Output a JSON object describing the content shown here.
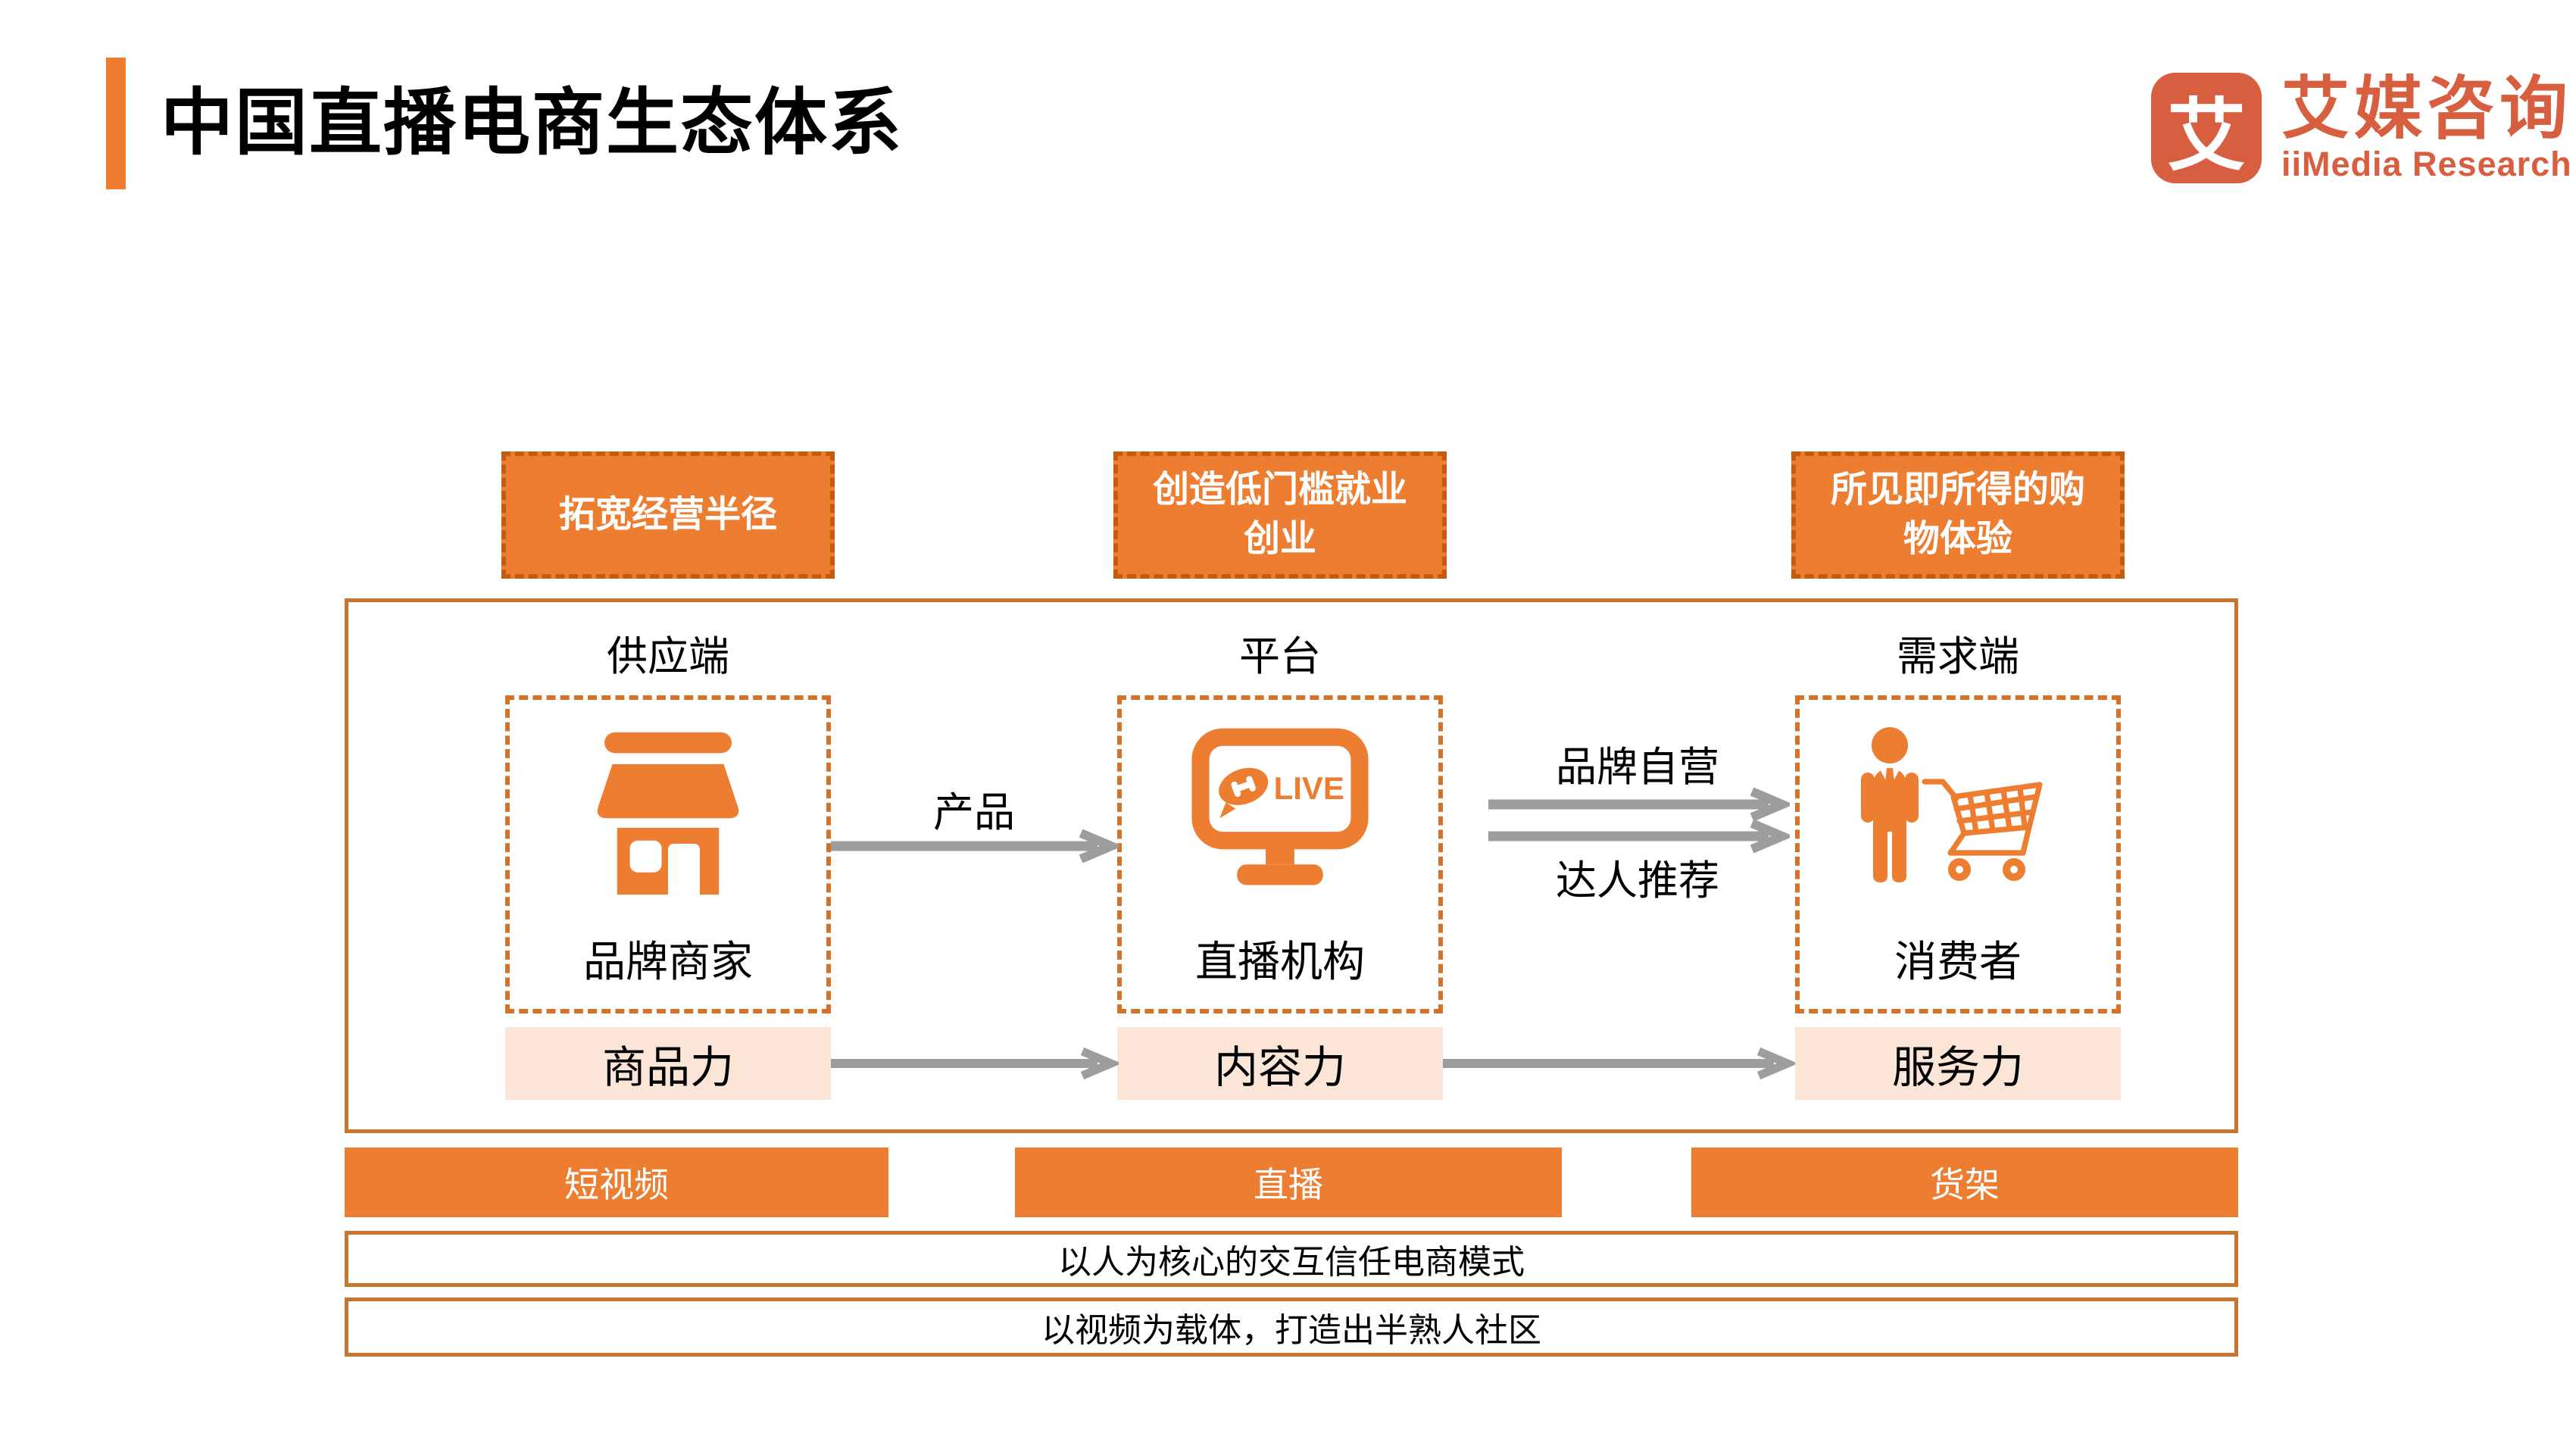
{
  "header": {
    "title": "中国直播电商生态体系",
    "logo": {
      "mark": "艾",
      "name_cn": "艾媒咨询",
      "name_en": "iiMedia Research"
    }
  },
  "benefit_boxes": [
    {
      "label": "拓宽经营半径"
    },
    {
      "label": "创造低门槛就业创业"
    },
    {
      "label": "所见即所得的购物体验"
    }
  ],
  "ecosystem": {
    "columns": [
      {
        "header": "供应端",
        "entity": "品牌商家",
        "icon": "storefront-icon",
        "power": "商品力"
      },
      {
        "header": "平台",
        "entity": "直播机构",
        "icon": "live-broadcast-monitor-icon",
        "power": "内容力"
      },
      {
        "header": "需求端",
        "entity": "消费者",
        "icon": "consumer-shopping-cart-icon",
        "power": "服务力"
      }
    ],
    "flows": {
      "supply_to_platform": "产品",
      "platform_to_demand_top": "品牌自营",
      "platform_to_demand_bottom": "达人推荐"
    },
    "live_icon_text": "LIVE"
  },
  "channel_bars": [
    {
      "label": "短视频"
    },
    {
      "label": "直播"
    },
    {
      "label": "货架"
    }
  ],
  "foundation_rows": [
    {
      "text": "以人为核心的交互信任电商模式"
    },
    {
      "text": "以视频为载体，打造出半熟人社区"
    }
  ],
  "colors": {
    "primary_orange": "#ED7D31",
    "dash_border_orange": "#C55A11",
    "frame_border_orange": "#C8762E",
    "peach_fill": "#FBE5D6",
    "arrow_gray": "#9D9D9D",
    "logo_red_orange": "#D75F3F"
  }
}
